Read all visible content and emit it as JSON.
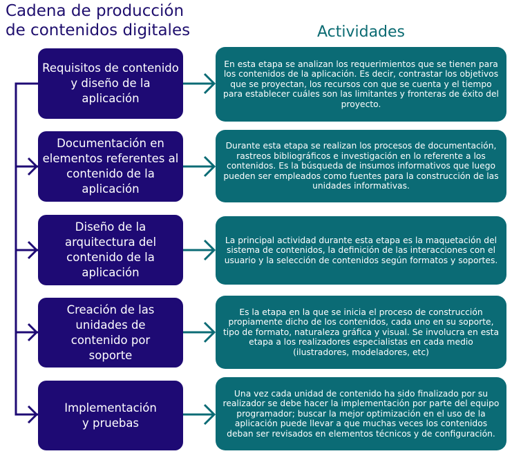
{
  "titles": {
    "left": "Cadena de producción de contenidos digitales",
    "right": "Actividades"
  },
  "colors": {
    "stage_fill": "#1e0a74",
    "activity_fill": "#0b6b75",
    "left_title": "#1f0f6e",
    "right_title": "#0b6b72"
  },
  "stages": [
    {
      "label": "Requisitos de contenido y diseño de la aplicación",
      "activity": "En esta etapa se analizan los requerimientos que se tienen para los contenidos de la aplicación. Es decir, contrastar los objetivos que se proyectan, los recursos con que se cuenta y el tiempo para establecer cuáles son las limitantes y fronteras de éxito del proyecto."
    },
    {
      "label": "Documentación en elementos referentes al contenido de la aplicación",
      "activity": "Durante esta etapa se realizan los procesos de documentación, rastreos bibliográficos e investigación en lo referente a los contenidos. Es la búsqueda de insumos informativos que luego pueden ser empleados como fuentes para la construcción de las unidades informativas."
    },
    {
      "label": "Diseño de la arquitectura del contenido de la aplicación",
      "activity": "La principal actividad durante esta etapa es la maquetación del sistema de contenidos, la definición de las interacciones con el usuario y la selección de contenidos según formatos y soportes."
    },
    {
      "label": "Creación de las unidades de contenido por soporte",
      "activity": "Es la etapa en la que se inicia el proceso de construcción propiamente dicho de los contenidos, cada uno en su soporte, tipo de formato, naturaleza gráfica y visual. Se involucra en esta etapa a los realizadores especialistas en cada medio (ilustradores, modeladores, etc)"
    },
    {
      "label": "Implementación y pruebas",
      "activity": "Una vez cada unidad de contenido ha sido finalizado por su realizador se debe hacer la implementación por parte del equipo programador; buscar la mejor optimización en el uso de la aplicación puede llevar a que muchas veces los contenidos deban ser revisados en elementos técnicos y de configuración."
    }
  ]
}
